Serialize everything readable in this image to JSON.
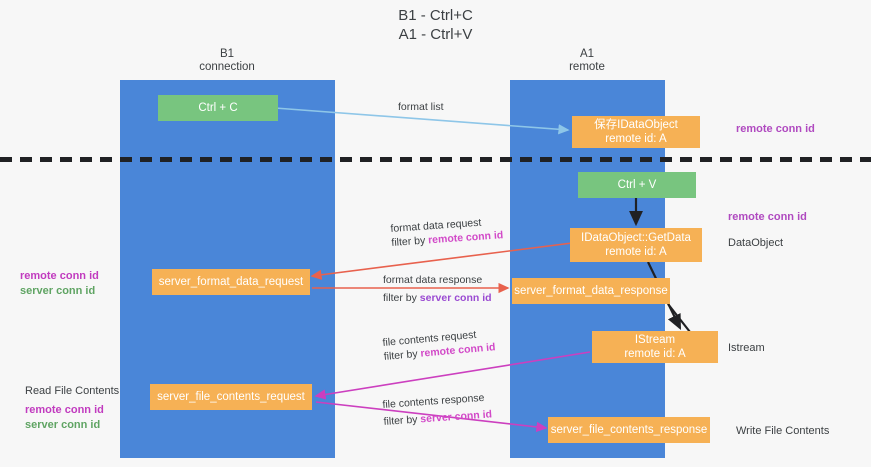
{
  "title": "B1 - Ctrl+C\nA1 - Ctrl+V",
  "columns": [
    {
      "name": "B1",
      "subtitle": "B1\nconnection"
    },
    {
      "name": "A1",
      "subtitle": "A1\nremote"
    }
  ],
  "nodes": {
    "ctrl_c": "Ctrl + C",
    "save_idataobject": "保存IDataObject\nremote id: A",
    "ctrl_v": "Ctrl + V",
    "getdata": "IDataObject::GetData\nremote id: A",
    "server_format_data_request": "server_format_data_request",
    "server_format_data_response": "server_format_data_response",
    "istream": "IStream\nremote id: A",
    "server_file_contents_request": "server_file_contents_request",
    "server_file_contents_response": "server_file_contents_response"
  },
  "edges": {
    "format_list": "format list",
    "format_data_request": "format data request",
    "format_data_request_filter_prefix": "filter by ",
    "format_data_request_filter_key": "remote conn id",
    "format_data_response": "format data response",
    "format_data_response_filter_prefix": "filter by ",
    "format_data_response_filter_key": "server conn id",
    "file_contents_request": "file contents request",
    "file_contents_request_filter_prefix": "filter by ",
    "file_contents_request_filter_key": "remote conn id",
    "file_contents_response": "file contents response",
    "file_contents_response_filter_prefix": "filter by ",
    "file_contents_response_filter_key": "server conn id"
  },
  "annotations": {
    "right_remote_conn_id_top": "remote conn id",
    "right_remote_conn_id_mid": "remote conn id",
    "right_dataobject": "DataObject",
    "right_istream": "Istream",
    "right_write_file_contents": "Write File Contents",
    "left_remote_conn_id": "remote conn id",
    "left_server_conn_id": "server conn id",
    "left_read_file_contents": "Read File Contents",
    "left_remote_conn_id_2": "remote conn id",
    "left_server_conn_id_2": "server conn id"
  },
  "colors": {
    "lane": "#4a86d8",
    "green_node": "#78c57f",
    "orange_node": "#f6b155",
    "arrow_blue": "#8ec6e8",
    "arrow_red": "#e8614d",
    "arrow_magenta": "#cc3fbf",
    "arrow_black": "#202124",
    "highlight_remote": "#d24ac8",
    "highlight_server": "#9a4ad2",
    "background": "#f7f7f7"
  }
}
